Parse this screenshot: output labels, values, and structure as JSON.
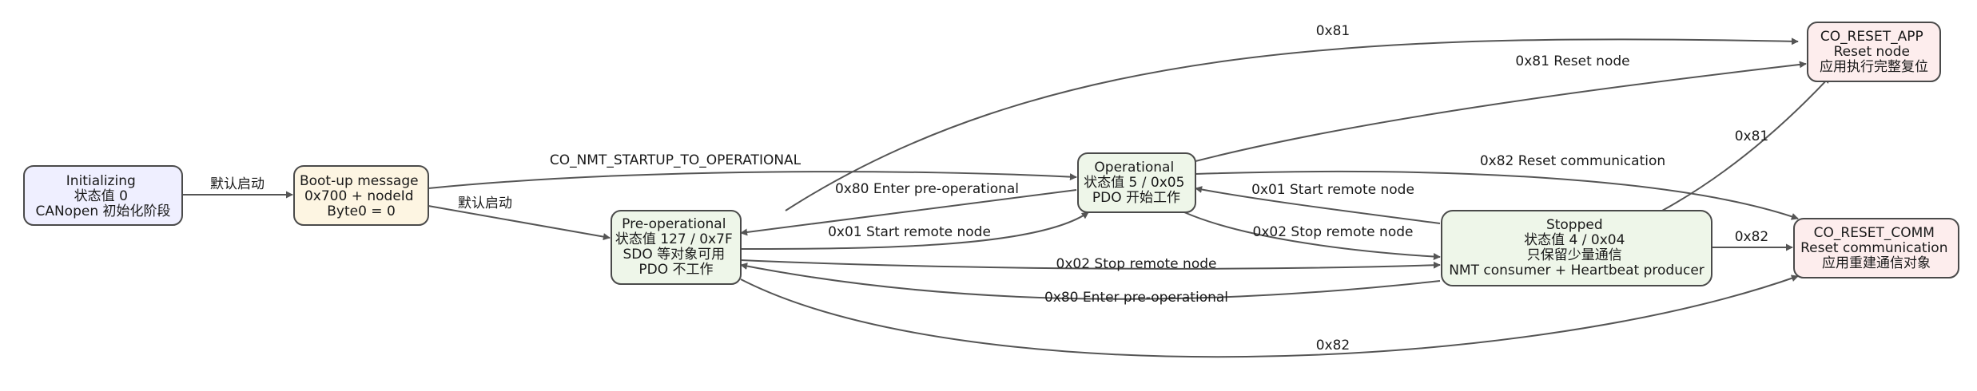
{
  "colors": {
    "init": "#efefff",
    "boot": "#fdf5e2",
    "state": "#eef6e9",
    "reset": "#fdeded",
    "edge": "#555555",
    "border": "#4a4a4a"
  },
  "nodes": {
    "initializing": {
      "lines": [
        "Initializing",
        "状态值 0",
        "CANopen 初始化阶段"
      ]
    },
    "bootup": {
      "lines": [
        "Boot-up message",
        "0x700 + nodeId",
        "Byte0 = 0"
      ]
    },
    "preop": {
      "lines": [
        "Pre-operational",
        "状态值 127 / 0x7F",
        "SDO 等对象可用",
        "PDO 不工作"
      ]
    },
    "operational": {
      "lines": [
        "Operational",
        "状态值 5 / 0x05",
        "PDO 开始工作"
      ]
    },
    "stopped": {
      "lines": [
        "Stopped",
        "状态值 4 / 0x04",
        "只保留少量通信",
        "NMT consumer + Heartbeat producer"
      ]
    },
    "reset_app": {
      "lines": [
        "CO_RESET_APP",
        "Reset node",
        "应用执行完整复位"
      ]
    },
    "reset_comm": {
      "lines": [
        "CO_RESET_COMM",
        "Reset communication",
        "应用重建通信对象"
      ]
    }
  },
  "edges": {
    "init_boot": {
      "label": "默认启动"
    },
    "boot_preop": {
      "label": "默认启动"
    },
    "boot_op": {
      "label": "CO_NMT_STARTUP_TO_OPERATIONAL"
    },
    "op_preop": {
      "label": "0x80 Enter pre-operational"
    },
    "preop_op": {
      "label": "0x01 Start remote node"
    },
    "preop_stopped": {
      "label": "0x02 Stop remote node"
    },
    "stopped_preop": {
      "label": "0x80 Enter pre-operational"
    },
    "op_stopped": {
      "label": "0x02 Stop remote node"
    },
    "stopped_op": {
      "label": "0x01 Start remote node"
    },
    "preop_resetapp": {
      "label": "0x81"
    },
    "op_resetapp": {
      "label": "0x81 Reset node"
    },
    "stopped_resetapp": {
      "label": "0x81"
    },
    "op_resetcomm": {
      "label": "0x82 Reset communication"
    },
    "stopped_resetcomm": {
      "label": "0x82"
    },
    "preop_resetcomm": {
      "label": "0x82"
    }
  }
}
